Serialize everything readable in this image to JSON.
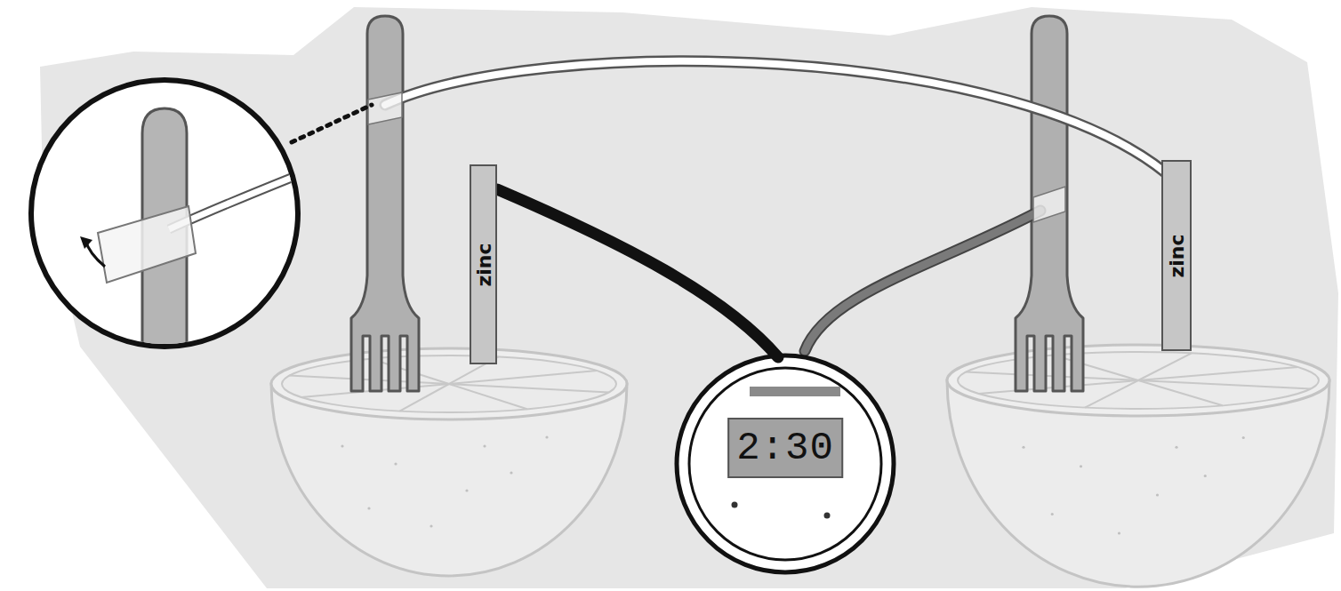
{
  "diagram": {
    "nodes": [
      {
        "text": [
          "zinc"
        ]
      },
      {
        "text": [
          "2:30"
        ]
      },
      {
        "text": [
          "zinc"
        ]
      }
    ],
    "edges": [
      {
        "from": 0,
        "to": 1,
        "arrow": "none"
      }
    ]
  }
}
